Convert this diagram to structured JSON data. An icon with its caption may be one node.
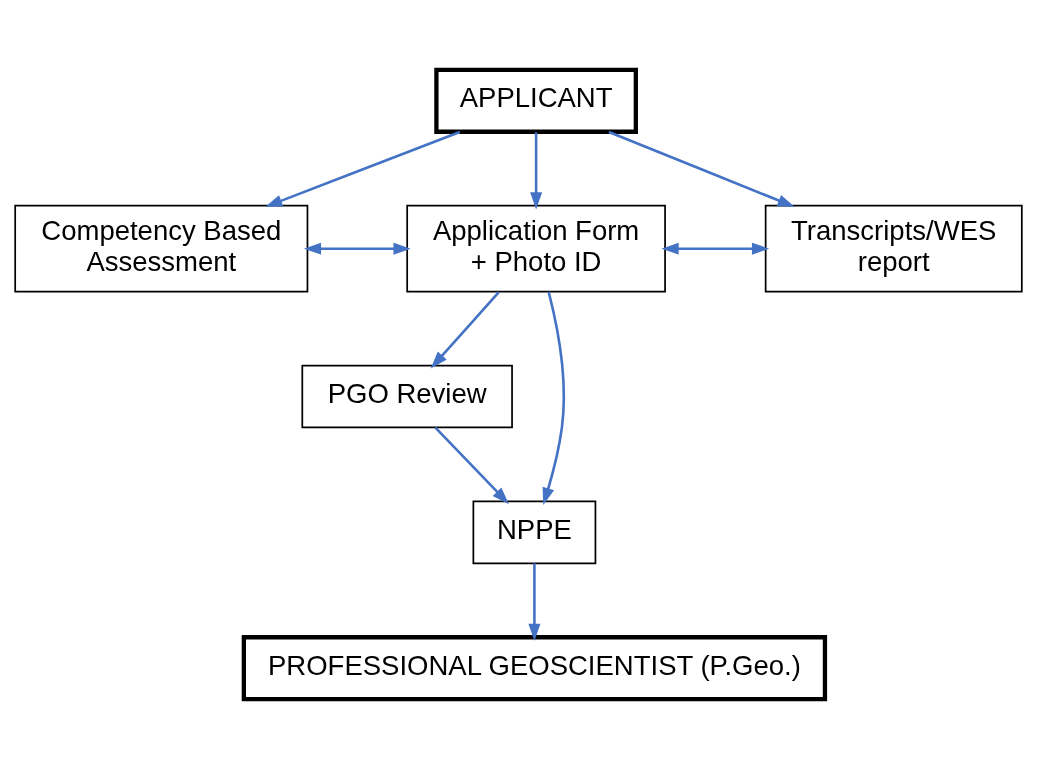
{
  "diagram": {
    "nodes": [
      {
        "text": [
          "APPLICANT"
        ]
      },
      {
        "text": [
          "Competency Based Assessment"
        ]
      },
      {
        "text": [
          "Application Form + Photo ID"
        ]
      },
      {
        "text": [
          "Transcripts/WES report"
        ]
      },
      {
        "text": [
          "PGO Review"
        ]
      },
      {
        "text": [
          "NPPE"
        ]
      },
      {
        "text": [
          "PROFESSIONAL GEOSCIENTIST (P.Geo.)"
        ]
      }
    ],
    "edges": [
      {
        "from": 0,
        "to": 1,
        "arrow": "to"
      },
      {
        "from": 0,
        "to": 2,
        "arrow": "to"
      },
      {
        "from": 0,
        "to": 3,
        "arrow": "to"
      },
      {
        "from": 1,
        "to": 2,
        "arrow": "both"
      },
      {
        "from": 2,
        "to": 3,
        "arrow": "both"
      },
      {
        "from": 2,
        "to": 4,
        "arrow": "to"
      },
      {
        "from": 4,
        "to": 5,
        "arrow": "to"
      },
      {
        "from": 2,
        "to": 5,
        "arrow": "to"
      },
      {
        "from": 5,
        "to": 6,
        "arrow": "to"
      }
    ]
  }
}
